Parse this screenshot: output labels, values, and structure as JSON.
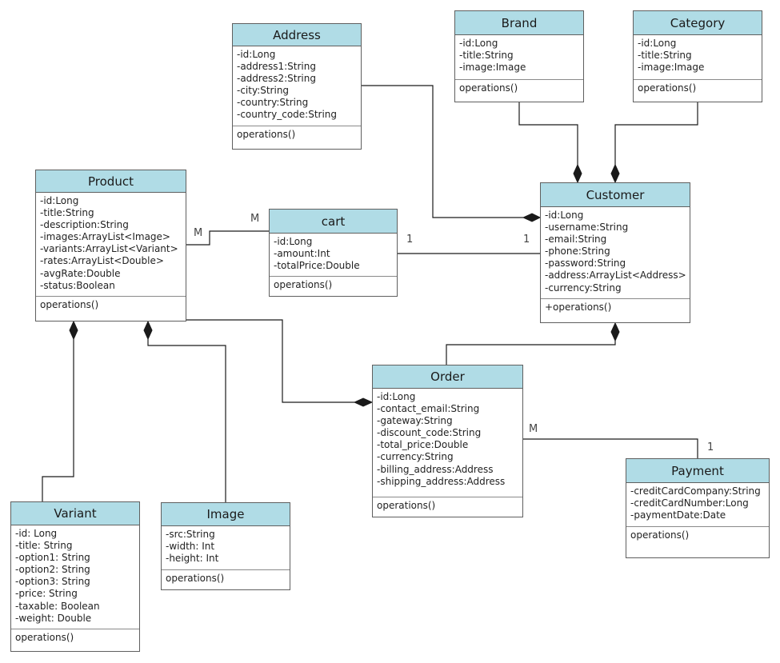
{
  "classes": {
    "address": {
      "name": "Address",
      "attributes": [
        "-id:Long",
        "-address1:String",
        "-address2:String",
        "-city:String",
        "-country:String",
        "-country_code:String"
      ],
      "operations": "operations()"
    },
    "brand": {
      "name": "Brand",
      "attributes": [
        "-id:Long",
        "-title:String",
        "-image:Image"
      ],
      "operations": "operations()"
    },
    "category": {
      "name": "Category",
      "attributes": [
        "-id:Long",
        "-title:String",
        "-image:Image"
      ],
      "operations": "operations()"
    },
    "product": {
      "name": "Product",
      "attributes": [
        "-id:Long",
        "-title:String",
        "-description:String",
        "-images:ArrayList<Image>",
        "-variants:ArrayList<Variant>",
        "-rates:ArrayList<Double>",
        "-avgRate:Double",
        "-status:Boolean"
      ],
      "operations": "operations()"
    },
    "cart": {
      "name": "cart",
      "attributes": [
        "-id:Long",
        "-amount:Int",
        "-totalPrice:Double"
      ],
      "operations": "operations()"
    },
    "customer": {
      "name": "Customer",
      "attributes": [
        "-id:Long",
        "-username:String",
        "-email:String",
        "-phone:String",
        "-password:String",
        "-address:ArrayList<Address>",
        "-currency:String"
      ],
      "operations": "+operations()"
    },
    "order": {
      "name": "Order",
      "attributes": [
        "-id:Long",
        "-contact_email:String",
        "-gateway:String",
        "-discount_code:String",
        "-total_price:Double",
        "-currency:String",
        "-billing_address:Address",
        "-shipping_address:Address"
      ],
      "operations": "operations()"
    },
    "payment": {
      "name": "Payment",
      "attributes": [
        "-creditCardCompany:String",
        "-creditCardNumber:Long",
        "-paymentDate:Date"
      ],
      "operations": "operations()"
    },
    "variant": {
      "name": "Variant",
      "attributes": [
        "-id: Long",
        "-title: String",
        "-option1: String",
        "-option2: String",
        "-option3: String",
        "-price: String",
        "-taxable: Boolean",
        "-weight: Double"
      ],
      "operations": "operations()"
    },
    "image": {
      "name": "Image",
      "attributes": [
        "-src:String",
        "-width: Int",
        "-height: Int"
      ],
      "operations": "operations()"
    }
  },
  "multiplicities": {
    "product_cart_product_end": "M",
    "product_cart_cart_end": "M",
    "cart_customer_cart_end": "1",
    "cart_customer_customer_end": "1",
    "order_payment_order_end": "M",
    "order_payment_payment_end": "1"
  },
  "colors": {
    "header_fill": "#b0dce6",
    "border": "#5f5f5f",
    "line": "#1a1a1a"
  }
}
